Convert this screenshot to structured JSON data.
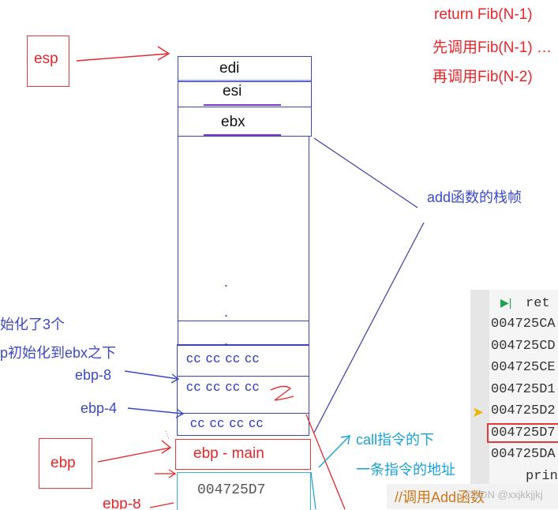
{
  "notes": {
    "line1": "return Fib(N-1)",
    "line2": "先调用Fib(N-1)  …",
    "line3": "再调用Fib(N-2)"
  },
  "labels": {
    "esp": "esp",
    "ebp": "ebp",
    "ebp_minus_8": "ebp-8",
    "ebp_minus_4": "ebp-4",
    "ebp_partial": "ebp-8",
    "add_frame": "add函数的栈帧",
    "call_note_line1": "call指令的下",
    "call_note_line2": "一条指令的地址",
    "left_note_line1": "始化了3个",
    "left_note_line2": "p初始化到ebx之下"
  },
  "stack": {
    "edi": "edi",
    "esi": "esi",
    "ebx": "ebx",
    "dot": ".",
    "cc_row1": "cc cc cc cc",
    "cc_row2": "cc cc cc cc",
    "cc_row3": "cc cc cc cc",
    "ebp_main": "ebp - main",
    "return_addr": "004725D7"
  },
  "asm": {
    "ret": "ret",
    "lines": [
      "004725CA",
      "004725CD",
      "004725CE",
      "004725D1",
      "004725D2",
      "004725D7",
      "004725DA"
    ],
    "print": "prin",
    "comment": "//调用Add函数"
  },
  "watermark": "CSDN @xxjkkjjkj",
  "colors": {
    "red": "#e5262b",
    "blue": "#3b49c8",
    "cyan": "#1aa2d8",
    "asm_bg": "#f5f5f5"
  }
}
